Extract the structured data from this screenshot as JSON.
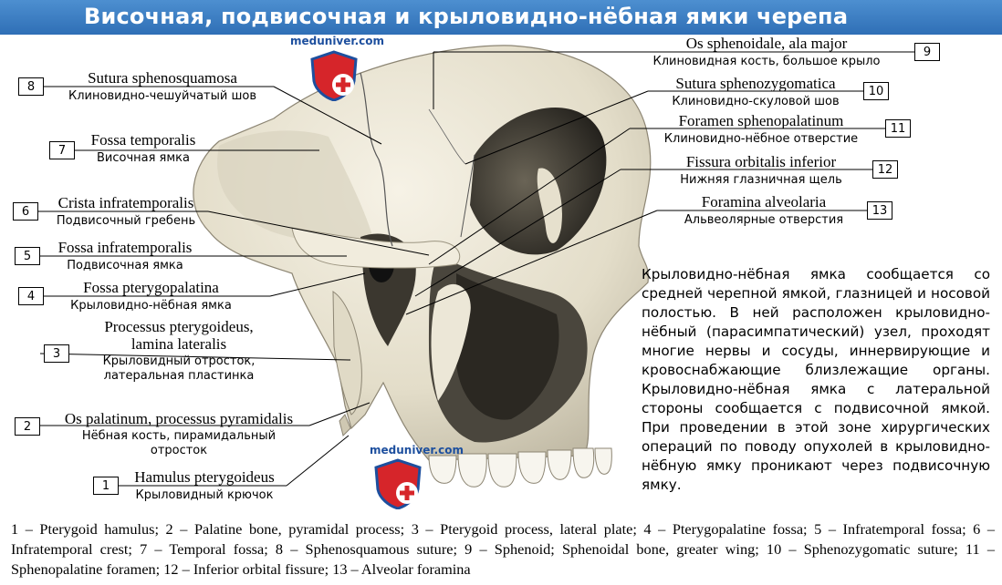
{
  "title": "Височная, подвисочная и крыловидно-нёбная ямки черепа",
  "watermark": "meduniver.com",
  "labels": [
    {
      "num": "1",
      "latin": "Hamulus pterygoideus",
      "russian": "Крыловидный крючок"
    },
    {
      "num": "2",
      "latin": "Os palatinum, processus pyramidalis",
      "russian": "Нёбная кость, пирамидальный",
      "russian2": "отросток"
    },
    {
      "num": "3",
      "latin": "Processus pterygoideus,",
      "latin2": "lamina lateralis",
      "russian": "Крыловидный отросток,",
      "russian2": "латеральная пластинка"
    },
    {
      "num": "4",
      "latin": "Fossa pterygopalatina",
      "russian": "Крыловидно-нёбная ямка"
    },
    {
      "num": "5",
      "latin": "Fossa infratemporalis",
      "russian": "Подвисочная ямка"
    },
    {
      "num": "6",
      "latin": "Crista infratemporalis",
      "russian": "Подвисочный гребень"
    },
    {
      "num": "7",
      "latin": "Fossa temporalis",
      "russian": "Височная ямка"
    },
    {
      "num": "8",
      "latin": "Sutura sphenosquamosa",
      "russian": "Клиновидно-чешуйчатый шов"
    },
    {
      "num": "9",
      "latin": "Os sphenoidale, ala major",
      "russian": "Клиновидная кость, большое крыло"
    },
    {
      "num": "10",
      "latin": "Sutura sphenozygomatica",
      "russian": "Клиновидно-скуловой шов"
    },
    {
      "num": "11",
      "latin": "Foramen sphenopalatinum",
      "russian": "Клиновидно-нёбное отверстие"
    },
    {
      "num": "12",
      "latin": "Fissura orbitalis inferior",
      "russian": "Нижняя глазничная щель"
    },
    {
      "num": "13",
      "latin": "Foramina alveolaria",
      "russian": "Альвеолярные отверстия"
    }
  ],
  "description": "Крыловидно-нёбная ямка сообщается со средней черепной ямкой, глазницей и носовой полостью. В ней расположен крыловидно-нёбный (парасимпатический) узел, проходят многие нервы и сосуды, иннервирующие и кровоснабжающие близлежащие органы. Крыловидно-нёбная ямка с латеральной стороны сообщается с подвисочной ямкой. При проведении в этой зоне хирургических операций по поводу опухолей в крыловидно-нёбную ямку проникают через подвисочную ямку.",
  "caption": "1 – Pterygoid hamulus; 2 – Palatine bone, pyramidal process; 3 – Pterygoid process, lateral plate; 4 – Pterygopalatine fossa; 5 – Infratemporal fossa; 6 – Infratemporal crest; 7 – Temporal fossa; 8 – Sphenosquamous suture; 9 – Sphenoid; Sphenoidal bone, greater wing; 10 – Sphenozygomatic suture; 11 – Sphenopalatine foramen; 12 – Inferior orbital fissure; 13 – Alveolar foramina",
  "colors": {
    "title_bar": "#3c7fc4",
    "title_text": "#ffffff",
    "bone": "#ebe6d6",
    "shadow": "#4a463d",
    "logo_blue": "#1d4f9e",
    "logo_red": "#d6252a"
  }
}
